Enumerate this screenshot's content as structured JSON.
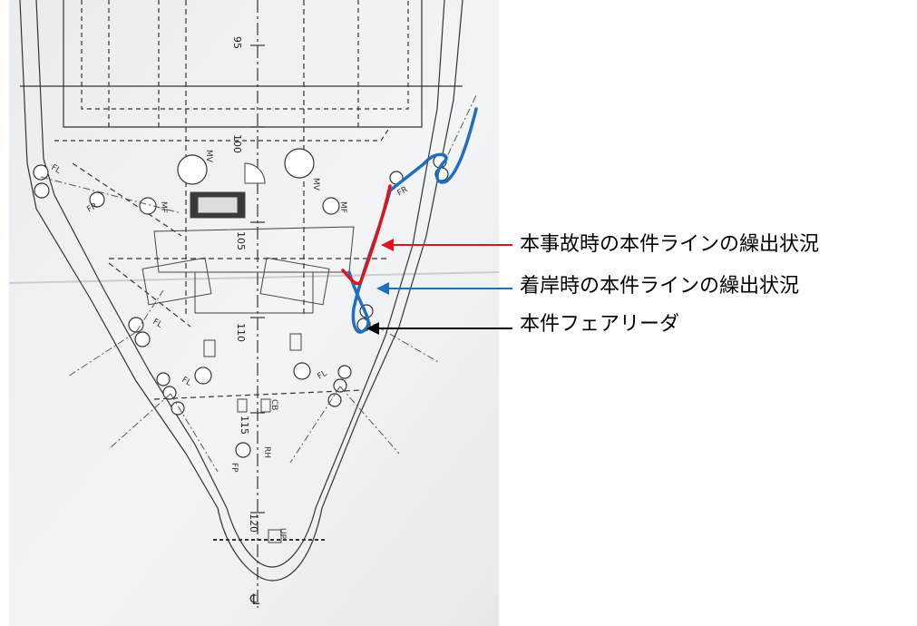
{
  "drawing": {
    "frame_labels": [
      "95",
      "100",
      "105",
      "110",
      "115",
      "120"
    ],
    "equipment_labels": {
      "mv": "MV",
      "mf": "MF",
      "fl": "FL",
      "fr": "FR",
      "fp": "FP",
      "rh": "RH",
      "cb": "CB",
      "up": "UP",
      "centerline": "℄"
    }
  },
  "callouts": {
    "accident_line": "本事故時の本件ラインの繰出状況",
    "berthing_line": "着岸時の本件ラインの繰出状況",
    "fairlead": "本件フェアリーダ"
  },
  "colors": {
    "accident_line": "#e0141c",
    "berthing_line": "#1f6fc0",
    "fairlead_arrow": "#000000"
  }
}
